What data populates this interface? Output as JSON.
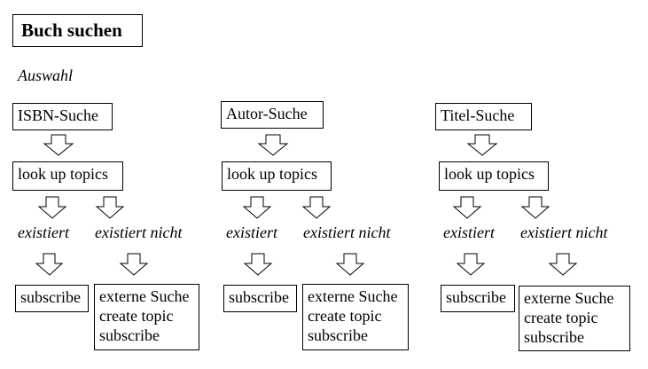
{
  "title": "Buch suchen",
  "subtitle": "Auswahl",
  "columns": [
    {
      "search": "ISBN-Suche",
      "lookup": "look up topics",
      "exists": "existiert",
      "not_exists": "existiert nicht",
      "exists_action": "subscribe",
      "not_exists_actions": [
        "externe Suche",
        "create topic",
        "subscribe"
      ]
    },
    {
      "search": "Autor-Suche",
      "lookup": "look up topics",
      "exists": "existiert",
      "not_exists": "existiert nicht",
      "exists_action": "subscribe",
      "not_exists_actions": [
        "externe Suche",
        "create topic",
        "subscribe"
      ]
    },
    {
      "search": "Titel-Suche",
      "lookup": "look up topics",
      "exists": "existiert",
      "not_exists": "existiert nicht",
      "exists_action": "subscribe",
      "not_exists_actions": [
        "externe Suche",
        "create topic",
        "subscribe"
      ]
    }
  ]
}
